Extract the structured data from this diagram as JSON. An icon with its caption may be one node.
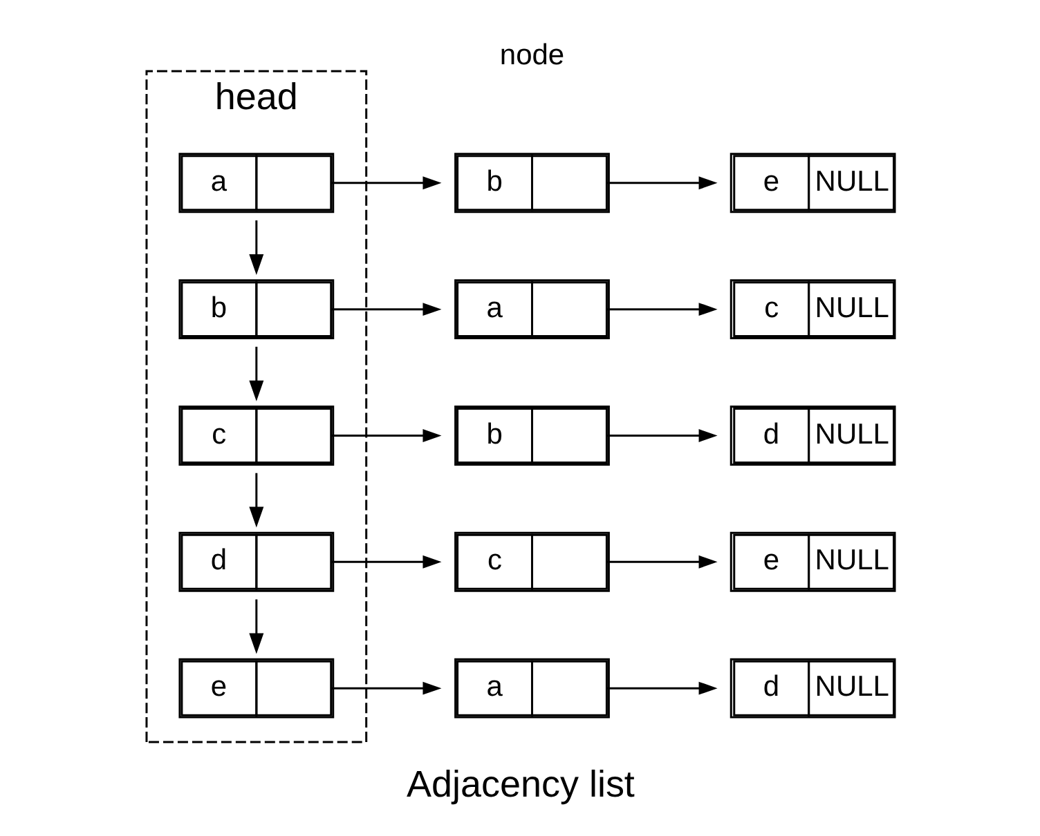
{
  "diagram": {
    "caption": "Adjacency list",
    "nodes": [
      {
        "text": [
          "head"
        ]
      },
      {
        "text": [
          "a"
        ],
        "in": 0
      },
      {
        "text": [
          "b"
        ]
      },
      {
        "text": [
          "e",
          "NULL"
        ]
      },
      {
        "text": [
          "b"
        ],
        "in": 0
      },
      {
        "text": [
          "a"
        ]
      },
      {
        "text": [
          "c",
          "NULL"
        ]
      },
      {
        "text": [
          "c"
        ],
        "in": 0
      },
      {
        "text": [
          "b"
        ]
      },
      {
        "text": [
          "d",
          "NULL"
        ]
      },
      {
        "text": [
          "d"
        ],
        "in": 0
      },
      {
        "text": [
          "c"
        ]
      },
      {
        "text": [
          "e",
          "NULL"
        ]
      },
      {
        "text": [
          "e"
        ],
        "in": 0
      },
      {
        "text": [
          "a"
        ]
      },
      {
        "text": [
          "d",
          "NULL"
        ]
      }
    ],
    "edges": [
      {
        "from": 1,
        "to": 2,
        "arrow": "to"
      },
      {
        "from": 2,
        "to": 3,
        "arrow": "to"
      },
      {
        "from": 1,
        "to": 4,
        "arrow": "to"
      },
      {
        "from": 4,
        "to": 5,
        "arrow": "to"
      },
      {
        "from": 5,
        "to": 6,
        "arrow": "to"
      },
      {
        "from": 4,
        "to": 7,
        "arrow": "to"
      },
      {
        "from": 7,
        "to": 8,
        "arrow": "to"
      },
      {
        "from": 8,
        "to": 9,
        "arrow": "to"
      },
      {
        "from": 7,
        "to": 10,
        "arrow": "to"
      },
      {
        "from": 10,
        "to": 11,
        "arrow": "to"
      },
      {
        "from": 11,
        "to": 12,
        "arrow": "to"
      },
      {
        "from": 10,
        "to": 13,
        "arrow": "to"
      },
      {
        "from": 13,
        "to": 14,
        "arrow": "to"
      },
      {
        "from": 14,
        "to": 15,
        "arrow": "to"
      }
    ],
    "labels": [
      "node"
    ]
  }
}
